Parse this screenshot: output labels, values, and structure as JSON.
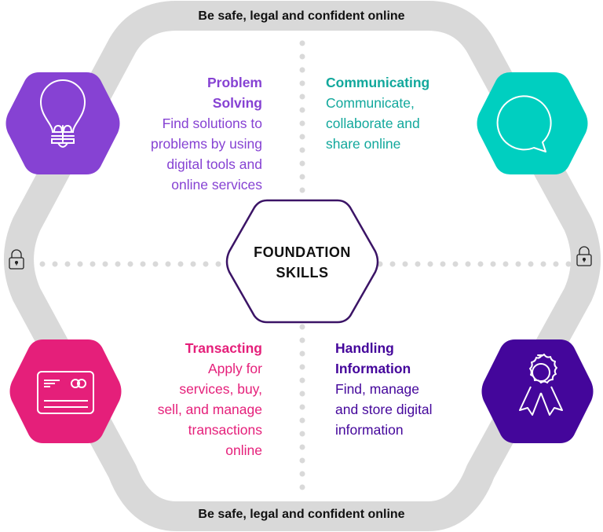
{
  "diagram": {
    "banner_top": "Be safe, legal and confident online",
    "banner_bottom": "Be safe, legal and confident online",
    "center": {
      "line1": "FOUNDATION",
      "line2": "SKILLS",
      "border_color": "#3b1466"
    },
    "track_color": "#d9d9d9",
    "dot_color": "#d9d9d9",
    "lock_icons": [
      "lock-left",
      "lock-right"
    ],
    "skills": [
      {
        "id": "problem-solving",
        "title_line1": "Problem",
        "title_line2": "Solving",
        "desc_lines": [
          "Find solutions to",
          "problems by using",
          "digital tools and",
          "online services"
        ],
        "color": "#8642d3",
        "icon": "lightbulb-icon"
      },
      {
        "id": "communicating",
        "title_line1": "Communicating",
        "desc_lines": [
          "Communicate,",
          "collaborate and",
          "share online"
        ],
        "color": "#00cfc0",
        "text_color": "#12a89c",
        "icon": "speech-bubble-icon"
      },
      {
        "id": "transacting",
        "title_line1": "Transacting",
        "desc_lines": [
          "Apply for",
          "services, buy,",
          "sell, and manage",
          "transactions",
          "online"
        ],
        "color": "#e51f7a",
        "icon": "credit-card-icon"
      },
      {
        "id": "handling-information",
        "title_line1": "Handling",
        "title_line2": "Information",
        "desc_lines": [
          "Find, manage",
          "and store digital",
          "information"
        ],
        "color": "#44069b",
        "icon": "award-ribbon-icon"
      }
    ]
  }
}
